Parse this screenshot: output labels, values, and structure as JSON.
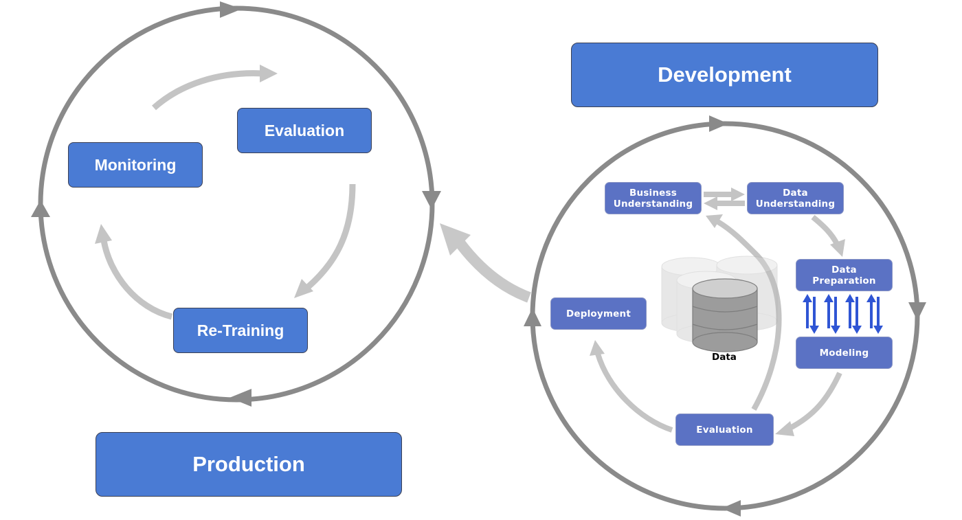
{
  "production": {
    "title": "Production",
    "steps": {
      "monitoring": "Monitoring",
      "evaluation": "Evaluation",
      "retraining": "Re-Training"
    }
  },
  "development": {
    "title": "Development",
    "steps": {
      "business_understanding": "Business\nUnderstanding",
      "data_understanding": "Data\nUnderstanding",
      "data_preparation": "Data\nPreparation",
      "modeling": "Modeling",
      "evaluation": "Evaluation",
      "deployment": "Deployment"
    },
    "data_label": "Data"
  },
  "colors": {
    "box_fill": "#4a7bd4",
    "small_box_fill": "#5b72c4",
    "outer_cycle_arrow": "#8a8a8a",
    "inner_flow_arrow": "#c4c4c4",
    "bidirectional_arrows": "#2f55d4"
  }
}
